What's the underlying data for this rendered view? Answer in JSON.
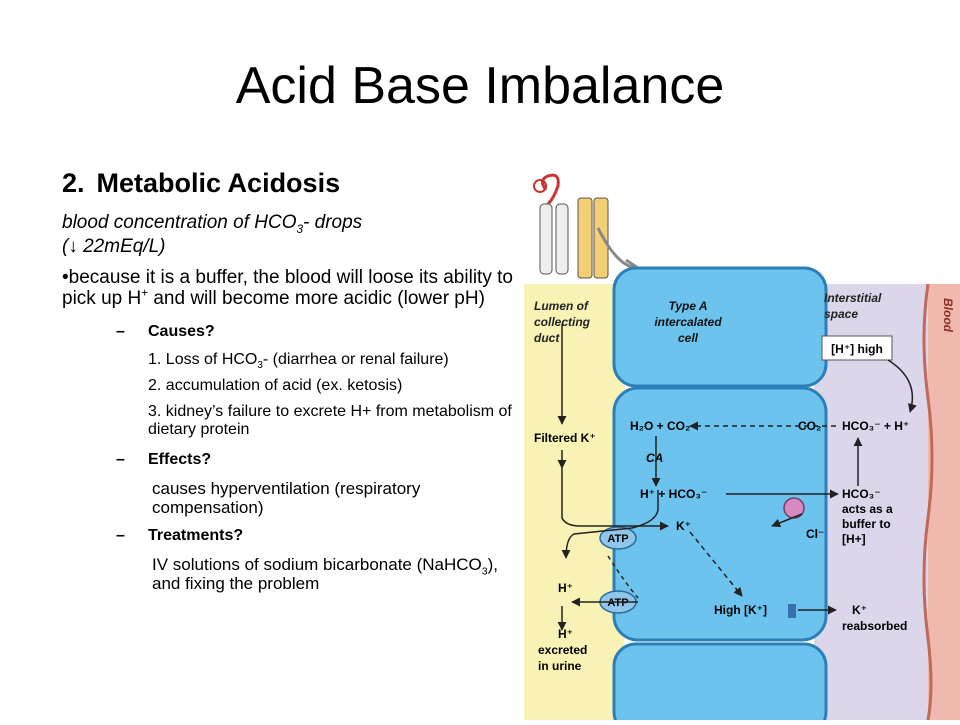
{
  "slide": {
    "title": "Acid Base Imbalance",
    "heading_number": "2.",
    "heading_text": "Metabolic Acidosis",
    "line1_pre": "blood concentration of HCO",
    "line1_sub": "3",
    "line1_post": "- drops",
    "line2_open": "(",
    "line2_arrow": "↓",
    "line2_value": " 22mEq/L)",
    "bullet_pre": "•because it is a buffer, the blood will loose its ability to pick up H",
    "bullet_sup": "+",
    "bullet_post": " and will become more acidic (lower pH)",
    "dash": "–",
    "causes_label": "Causes?",
    "cause1_pre": " 1.  Loss of HCO",
    "cause1_sub": "3",
    "cause1_post": "- (diarrhea or renal failure)",
    "cause2": " 2.  accumulation of acid (ex. ketosis)",
    "cause3": " 3.  kidney’s failure to excrete H+ from metabolism of dietary protein",
    "effects_label": "Effects?",
    "effects_text": "causes hyperventilation (respiratory compensation)",
    "treatments_label": " Treatments?",
    "treatments_pre": "IV solutions of sodium bicarbonate (NaHCO",
    "treatments_sub": "3",
    "treatments_post": "),  and fixing the problem"
  },
  "diagram": {
    "lumen_label": [
      "Lumen of",
      "collecting",
      "duct"
    ],
    "cell_label": [
      "Type A",
      "intercalated",
      "cell"
    ],
    "interstitial_label": [
      "Interstitial",
      "space"
    ],
    "blood_label": "Blood",
    "h_high": "[H⁺] high",
    "h2o_co2": "H₂O + CO₂",
    "co2": "CO₂",
    "hco3_h": "HCO₃⁻ + H⁺",
    "filtered_k": "Filtered K⁺",
    "ca": "CA",
    "h_hco3": "H⁺ + HCO₃⁻",
    "hco3_buffer": [
      "HCO₃⁻",
      "acts as a",
      "buffer to",
      "[H+]"
    ],
    "k_cell": "K⁺",
    "cl": "Cl⁻",
    "atp": "ATP",
    "h_plus": "H⁺",
    "high_k": "High [K⁺]",
    "k_reabsorbed": [
      "K⁺",
      "reabsorbed"
    ],
    "h_excreted": [
      "H⁺",
      "excreted",
      "in urine"
    ],
    "colors": {
      "lumen": "#f8f2b5",
      "cell": "#6cc4ee",
      "cell_edge": "#2d7fb8",
      "interstitial": "#dcd6ea",
      "blood": "#f0b9ad",
      "atp": "#8fc6ea",
      "cotransporter": "#d58ac0"
    }
  }
}
